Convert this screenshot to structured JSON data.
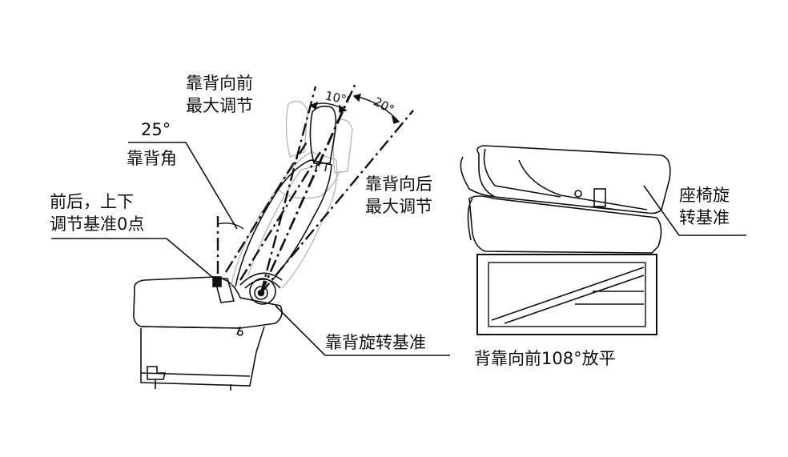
{
  "labels": {
    "backrest_forward_max": [
      "靠背向前",
      "最大调节"
    ],
    "angle_25": "25°",
    "backrest_angle": "靠背角",
    "adjust_origin": [
      "前后，上下",
      "调节基准0点"
    ],
    "angle_10": "10°",
    "angle_20": "20°",
    "backrest_backward_max": [
      "靠背向后",
      "最大调节"
    ],
    "backrest_pivot_ref": "靠背旋转基准",
    "seat_pivot_ref": [
      "座椅旋",
      "转基准"
    ],
    "fold_flat_caption": "背靠向前108°放平"
  },
  "colors": {
    "ink": "#111111",
    "ghost": "#b5b5b5"
  }
}
